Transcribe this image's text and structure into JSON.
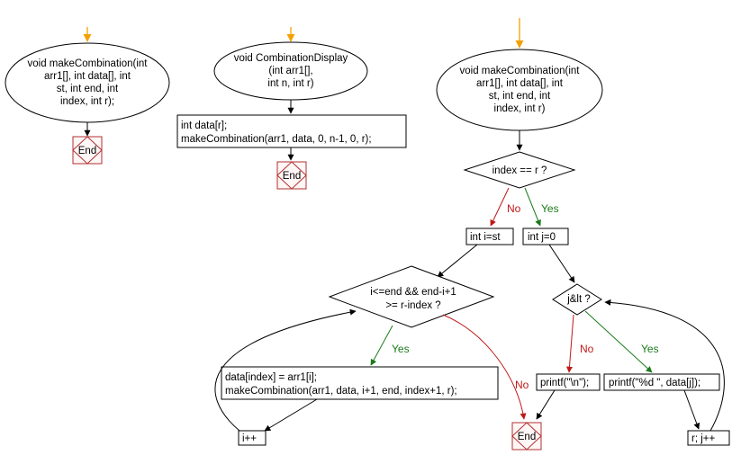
{
  "diagram": {
    "colors": {
      "start_arrow": "#f5a000",
      "yes_line": "#1a7a1a",
      "no_line": "#c01818",
      "flow_line": "#000000",
      "end_border": "#b03030",
      "end_fill": "#fff6f6",
      "shape_border": "#000000"
    },
    "left": {
      "start_lines": [
        "void makeCombination(int",
        "arr1[], int data[], int",
        "st, int end, int",
        "index, int r);"
      ],
      "end_label": "End"
    },
    "middle": {
      "start_lines": [
        "void CombinationDisplay",
        "(int arr1[],",
        "int n, int r)"
      ],
      "process_lines": [
        "int data[r];",
        "makeCombination(arr1, data, 0, n-1, 0, r);"
      ],
      "end_label": "End"
    },
    "right": {
      "start_lines": [
        "void makeCombination(int",
        "arr1[], int data[], int",
        "st, int end, int",
        "index, int r)"
      ],
      "decision_main": "index == r ?",
      "no_label": "No",
      "yes_label": "Yes",
      "init_i": "int i=st",
      "init_j": "int j=0",
      "loop_i_cond_lines": [
        "i<=end && end-i+1",
        ">= r-index ?"
      ],
      "loop_i_yes": "Yes",
      "loop_i_no": "No",
      "loop_i_body_lines": [
        "data[index] = arr1[i];",
        "makeCombination(arr1, data, i+1, end, index+1, r);"
      ],
      "inc_i": "i++",
      "loop_j_cond": "j&lt ?",
      "loop_j_no": "No",
      "loop_j_yes": "Yes",
      "print_newline": "printf(\"\\n\");",
      "print_data": "printf(\"%d \", data[j]);",
      "inc_j": "r; j++",
      "end_label": "End"
    }
  }
}
